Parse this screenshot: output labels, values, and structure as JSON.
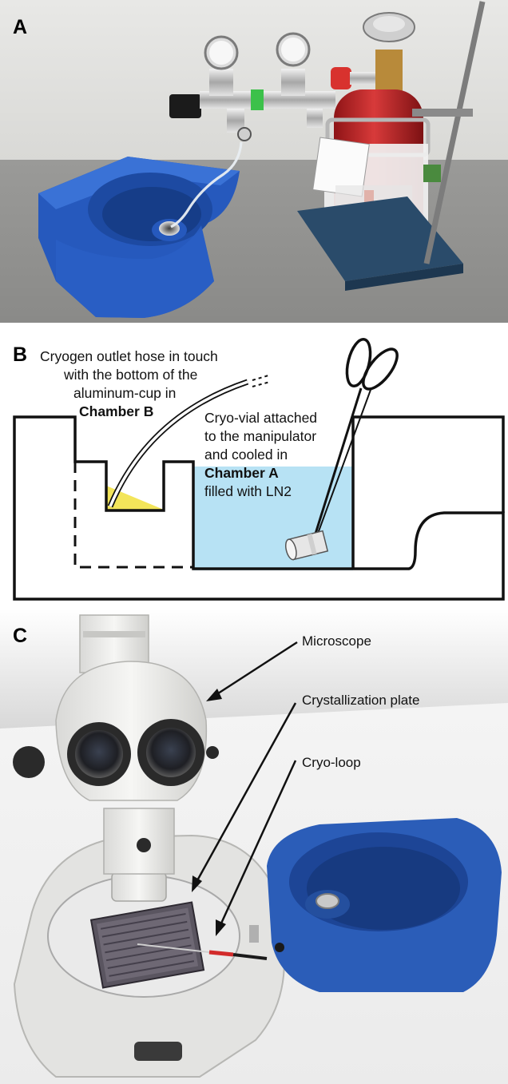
{
  "panels": {
    "a": {
      "letter": "A"
    },
    "b": {
      "letter": "B",
      "chamber_b_note": {
        "line1": "Cryogen outlet hose in touch",
        "line2": "with the bottom of the",
        "line3": "aluminum-cup in",
        "line4": "Chamber B"
      },
      "chamber_a_note": {
        "line1": "Cryo-vial attached",
        "line2": "to the manipulator",
        "line3": "and cooled in",
        "line4": "Chamber A",
        "line5": "filled with LN2"
      }
    },
    "c": {
      "letter": "C",
      "callouts": {
        "microscope": "Microscope",
        "plate": "Crystallization plate",
        "loop": "Cryo-loop"
      }
    }
  },
  "colors": {
    "foam_blue": "#2f63c4",
    "ln2_blue": "#b7e2f4",
    "cryogen_yellow": "#f3e55a",
    "cylinder_red": "#c8282a"
  }
}
